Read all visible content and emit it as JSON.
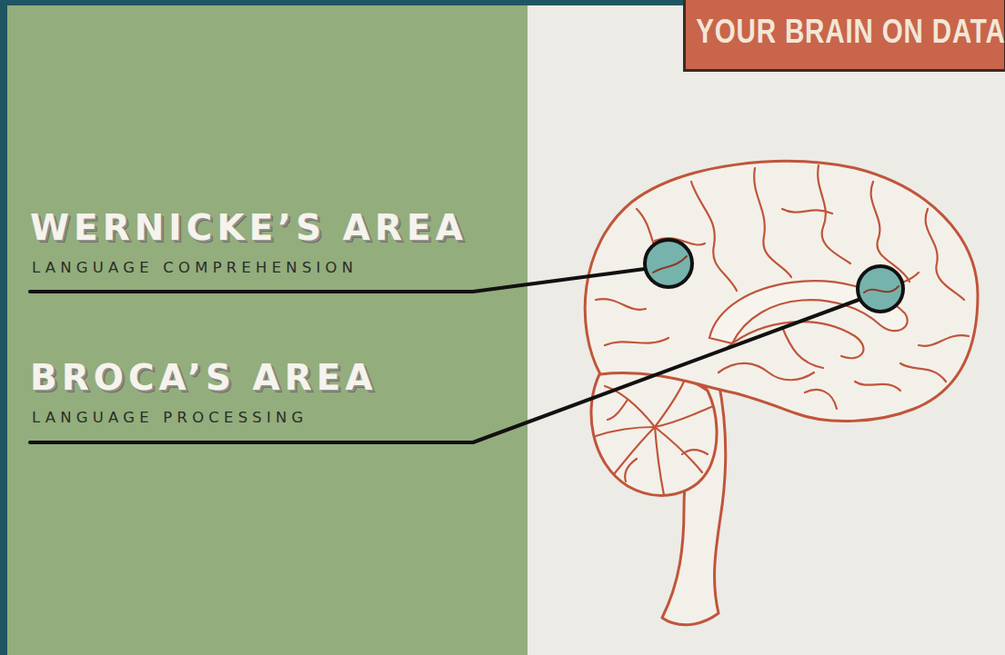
{
  "diagram": {
    "title": "YOUR BRAIN ON DATA",
    "labels": [
      "WERNICKE’S AREA",
      "LANGUAGE COMPREHENSION",
      "BROCA’S AREA",
      "LANGUAGE PROCESSING"
    ]
  }
}
